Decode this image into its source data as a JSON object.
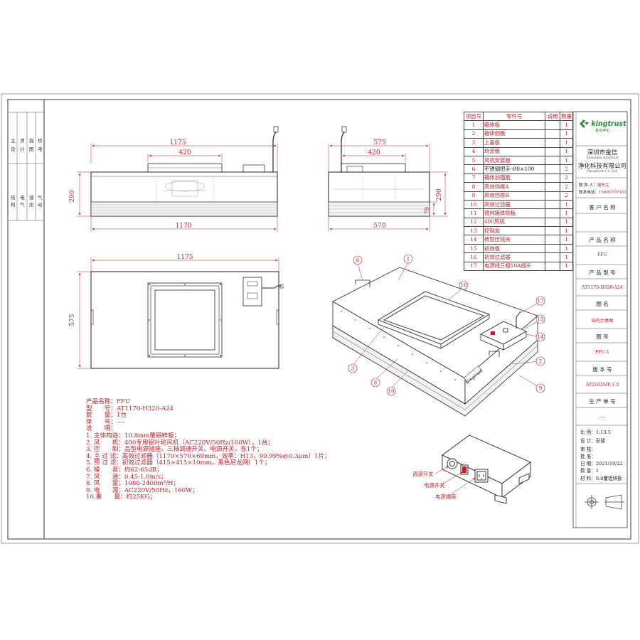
{
  "dims": {
    "front_width": "1175",
    "front_inner": "420",
    "front_height": "290",
    "front_bottom": "1170",
    "side_width": "575",
    "side_inner": "420",
    "side_height": "290",
    "side_small": "79",
    "side_bottom": "570",
    "top_width": "1175",
    "top_height": "575"
  },
  "bom": {
    "headers": [
      "项目号",
      "零件号",
      "说明",
      "数量"
    ],
    "rows": [
      {
        "no": "1",
        "name": "箱体板",
        "remark": "",
        "qty": "1"
      },
      {
        "no": "2",
        "name": "箱体侧板",
        "remark": "",
        "qty": "1"
      },
      {
        "no": "3",
        "name": "上盖板",
        "remark": "",
        "qty": "1"
      },
      {
        "no": "4",
        "name": "均流板",
        "remark": "",
        "qty": "1"
      },
      {
        "no": "5",
        "name": "风机安装板",
        "remark": "",
        "qty": "1"
      },
      {
        "no": "6",
        "name": "不锈钢把手-Ø8×100",
        "remark": "",
        "qty": "2"
      },
      {
        "no": "7",
        "name": "箱体加强筋",
        "remark": "",
        "qty": "2"
      },
      {
        "no": "8",
        "name": "高效挡框A",
        "remark": "",
        "qty": "2"
      },
      {
        "no": "9",
        "name": "高效挡框B",
        "remark": "",
        "qty": "2"
      },
      {
        "no": "10",
        "name": "高效过滤器",
        "remark": "",
        "qty": "1"
      },
      {
        "no": "11",
        "name": "镜向箱体侧板",
        "remark": "",
        "qty": "1"
      },
      {
        "no": "12",
        "name": "400风机",
        "remark": "",
        "qty": "1"
      },
      {
        "no": "13",
        "name": "控制盒",
        "remark": "",
        "qty": "1"
      },
      {
        "no": "14",
        "name": "椅型压线夹",
        "remark": "",
        "qty": "1"
      },
      {
        "no": "15",
        "name": "初效板",
        "remark": "",
        "qty": "1"
      },
      {
        "no": "16",
        "name": "初效过滤器",
        "remark": "",
        "qty": "1"
      },
      {
        "no": "17",
        "name": "电源线三相10A插头",
        "remark": "",
        "qty": "1"
      }
    ]
  },
  "company": {
    "logo": "kingtrust",
    "logo_sub": "金信净化",
    "name1": "深圳市金信",
    "name_en1": "Shenzhen Kingtrust",
    "name2": "净化科技有限公司",
    "name_en2": "Cleanroom Co.,Ltd.",
    "contact_label": "联 系 人：",
    "contact": "邹先生",
    "phone_label": "联系电话：",
    "phone": "15889707101"
  },
  "title_block": {
    "customer_label": "客 户 名 称",
    "customer": "",
    "product_name_label": "产 品 名 称",
    "product_name": "FFU",
    "product_model_label": "产 品 型 号",
    "product_model": "AT1170-H320-A24",
    "drawing_name_label": "图  名",
    "drawing_name": "结构示意图",
    "drawing_no_label": "图  号",
    "drawing_no": "FFU-1",
    "version_label": "版 本 号",
    "version": "AT2103MF-1.0",
    "order_label": "生 产 单 号",
    "order": "----"
  },
  "specs": [
    "比 例：1:13.5",
    "设 计：彭骏",
    "审 核：",
    "批 准：",
    "日 期：2021/10/22",
    "数 量：1",
    "材 料：0.8覆铝锌板"
  ],
  "notes": [
    "产品名称：FFU",
    "型　　号：AT1170-H320-A24",
    "数　　量：1台",
    "单　　号：----",
    "说　　明：",
    "1. 主体构造：10.8mm覆铝锌板；",
    "2. 风　　机：400专用铝叶轮风机（AC220V/50Hz/160W），1台；",
    "3. 控　　制：品型电源插座、三档调速开关、电源开关，各1个；",
    "4. 主 过 滤：高效过滤器（1170×570×69mm，效率：H13，99.99%@0.3μm）1片；",
    "5. 预 过 滤：初效过滤器（415×415×10mm，黑色尼龙网）1个；",
    "6. 噪　　音：约62-65dB；",
    "7. 风　　速：0.45-1.0m/s；",
    "8. 风　　量：1080-2400m³/H；",
    "9. 电　　源：AC220V/50Hz，160W；",
    "10.重　　量：约25KG；"
  ],
  "callouts": {
    "speed": "调速开关",
    "power_switch": "电源开关",
    "power_socket": "电源插座"
  },
  "iso_labels": [
    "6",
    "1",
    "16",
    "17",
    "13",
    "14",
    "3",
    "8",
    "10",
    "2",
    "9"
  ],
  "iso_brand": "Kingtrust",
  "left_margin": {
    "top": [
      "主",
      "清",
      "描",
      "设",
      "图",
      "校",
      "电"
    ],
    "bottom": [
      "结",
      "构",
      "电",
      "气",
      "液",
      "压",
      "气",
      "动"
    ]
  }
}
